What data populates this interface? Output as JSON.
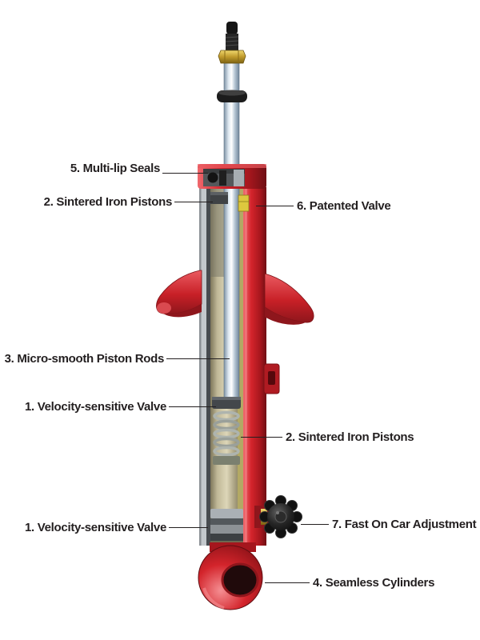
{
  "diagram": {
    "subject": "Shock absorber cutaway diagram",
    "labels": [
      {
        "text": "5. Multi-lip Seals",
        "side": "left"
      },
      {
        "text": "2. Sintered Iron Pistons",
        "side": "left"
      },
      {
        "text": "6. Patented Valve",
        "side": "right"
      },
      {
        "text": "3. Micro-smooth Piston Rods",
        "side": "left"
      },
      {
        "text": "1. Velocity-sensitive Valve",
        "side": "left"
      },
      {
        "text": "2. Sintered Iron Pistons",
        "side": "right"
      },
      {
        "text": "1. Velocity-sensitive Valve",
        "side": "left"
      },
      {
        "text": "7. Fast On Car Adjustment",
        "side": "right"
      },
      {
        "text": "4. Seamless Cylinders",
        "side": "right"
      }
    ],
    "colors": {
      "body_red": "#d3242b",
      "body_red_dark": "#8e161c",
      "body_red_light": "#f0696e",
      "chrome_light": "#e9f0f6",
      "chrome_dark": "#70859a",
      "brass": "#c09a2c",
      "interior_tan": "#cfc7a5",
      "valve_yellow": "#ddc83e",
      "steel_grey": "#a7adb2",
      "knob_black": "#111111",
      "text_black": "#231f20",
      "background": "#ffffff"
    }
  }
}
